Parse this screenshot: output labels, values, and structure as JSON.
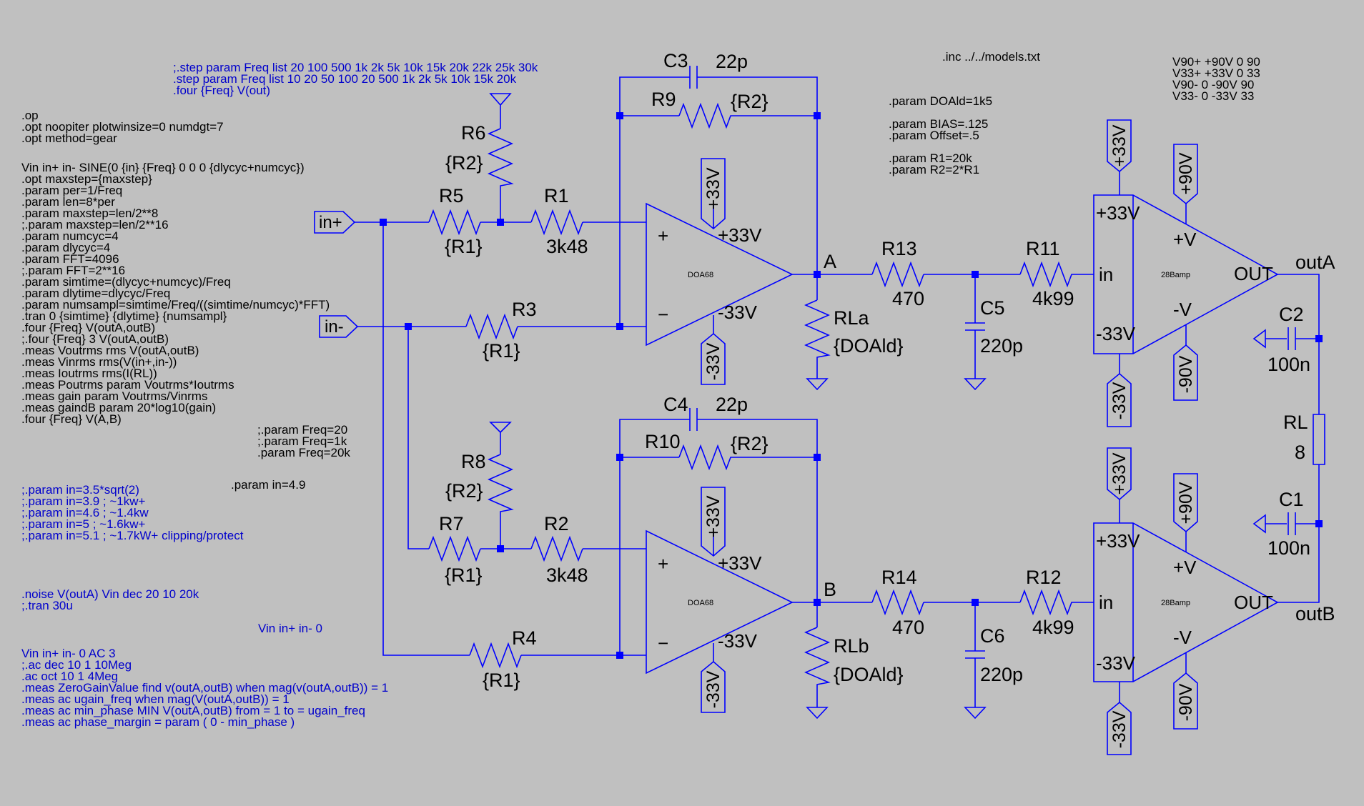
{
  "colors": {
    "background": "#c0c0c0",
    "wire": "#0000ff",
    "directive_black": "#000000",
    "directive_blue": "#0000cc"
  },
  "directives": {
    "step": [
      ";.step param Freq list 20 100 500 1k 2k 5k 10k 15k 20k 22k 25k 30k",
      ".step param Freq list 10 20 50 100 20 500 1k 2k 5k 10k 15k 20k",
      ".four {Freq} V(out)"
    ],
    "op": [
      ".op",
      ".opt noopiter plotwinsize=0 numdgt=7",
      ".opt method=gear"
    ],
    "main": [
      "Vin in+ in- SINE(0 {in} {Freq} 0 0 0 {dlycyc+numcyc})",
      ".opt maxstep={maxstep}",
      ".param per=1/Freq",
      ".param len=8*per",
      ".param maxstep=len/2**8",
      ";.param maxstep=len/2**16",
      ".param numcyc=4",
      ".param dlycyc=4",
      ".param FFT=4096",
      ";.param FFT=2**16",
      ".param simtime=(dlycyc+numcyc)/Freq",
      ".param dlytime=dlycyc/Freq",
      ".param numsampl=simtime/Freq/((simtime/numcyc)*FFT)",
      ".tran 0 {simtime} {dlytime} {numsampl}",
      ".four {Freq} V(outA,outB)",
      ";.four {Freq} 3 V(outA,outB)",
      ".meas Voutrms rms V(outA,outB)",
      ".meas Vinrms rms(V(in+,in-))",
      ".meas Ioutrms rms(I(RL))",
      ".meas Poutrms param Voutrms*Ioutrms",
      ".meas gain param Voutrms/Vinrms",
      ".meas gaindB param 20*log10(gain)",
      ".four {Freq} V(A,B)"
    ],
    "freq": [
      ";.param Freq=20",
      ";.param Freq=1k",
      ".param Freq=20k"
    ],
    "input_level": [
      ";.param in=3.5*sqrt(2)",
      ";.param in=3.9 ; ~1kw+",
      ";.param in=4.6 ; ~1.4kw",
      ";.param in=5 ; ~1.6kw+",
      ";.param in=5.1 ; ~1.7kW+ clipping/protect"
    ],
    "in_param": ".param in=4.9",
    "noise": [
      ".noise V(outA) Vin dec 20 10 20k",
      ";.tran 30u"
    ],
    "vin_ac": "Vin in+ in- 0",
    "ac": [
      "Vin in+ in- 0 AC 3",
      ";.ac dec 10 1 10Meg",
      ".ac oct 10 1 4Meg",
      ".meas ZeroGainValue find v(outA,outB) when mag(v(outA,outB)) = 1",
      ".meas ac ugain_freq when mag(V(outA,outB)) = 1",
      ".meas ac min_phase MIN V(outA,outB) from = 1 to = ugain_freq",
      ".meas ac phase_margin = param ( 0 - min_phase )"
    ],
    "inc": ".inc ../../models.txt",
    "params": [
      ".param DOAld=1k5",
      "",
      ".param BIAS=.125",
      ".param Offset=.5",
      "",
      ".param R1=20k",
      ".param R2=2*R1"
    ],
    "sources": [
      "V90+ +90V 0 90",
      "V33+ +33V 0 33",
      "V90- 0 -90V 90",
      "V33- 0 -33V 33"
    ]
  },
  "ports": {
    "in_plus": "in+",
    "in_minus": "in-"
  },
  "components": {
    "C3": {
      "name": "C3",
      "value": "22p"
    },
    "R9": {
      "name": "R9",
      "value": "{R2}"
    },
    "R6": {
      "name": "R6",
      "value": "{R2}"
    },
    "R5": {
      "name": "R5",
      "value": "{R1}"
    },
    "R1": {
      "name": "R1",
      "value": "3k48"
    },
    "R3": {
      "name": "R3",
      "value": "{R1}"
    },
    "RLa": {
      "name": "RLa",
      "value": "{DOAld}"
    },
    "R13": {
      "name": "R13",
      "value": "470"
    },
    "C5": {
      "name": "C5",
      "value": "220p"
    },
    "R11": {
      "name": "R11",
      "value": "4k99"
    },
    "C4": {
      "name": "C4",
      "value": "22p"
    },
    "R10": {
      "name": "R10",
      "value": "{R2}"
    },
    "R8": {
      "name": "R8",
      "value": "{R2}"
    },
    "R7": {
      "name": "R7",
      "value": "{R1}"
    },
    "R2": {
      "name": "R2",
      "value": "3k48"
    },
    "R4": {
      "name": "R4",
      "value": "{R1}"
    },
    "RLb": {
      "name": "RLb",
      "value": "{DOAld}"
    },
    "R14": {
      "name": "R14",
      "value": "470"
    },
    "C6": {
      "name": "C6",
      "value": "220p"
    },
    "R12": {
      "name": "R12",
      "value": "4k99"
    },
    "C2": {
      "name": "C2",
      "value": "100n"
    },
    "C1": {
      "name": "C1",
      "value": "100n"
    },
    "RL": {
      "name": "RL",
      "value": "8"
    }
  },
  "opamps": {
    "model": "DOA68",
    "pos_supply": "+33V",
    "neg_supply": "-33V",
    "plus": "+",
    "minus": "−"
  },
  "amps": {
    "model": "28Bamp",
    "pos33": "+33V",
    "neg33": "-33V",
    "in": "in",
    "out": "OUT",
    "posV": "+V",
    "negV": "-V"
  },
  "supply_flags": {
    "p33": "+33V",
    "n33": "-33V",
    "p90": "+90V",
    "n90": "-90V"
  },
  "nets": {
    "A": "A",
    "B": "B",
    "outA": "outA",
    "outB": "outB"
  }
}
